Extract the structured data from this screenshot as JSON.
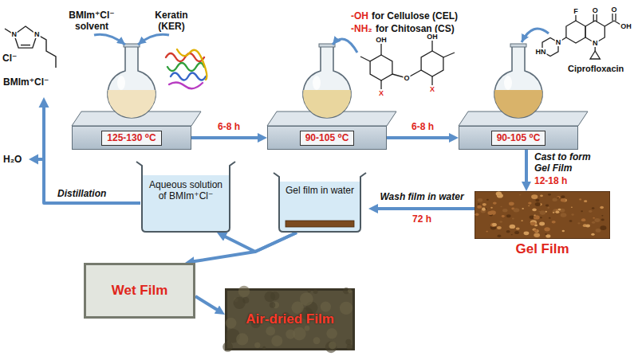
{
  "diagram": {
    "nodes": [
      {
        "text": [
          "125-130 ⁰C"
        ]
      },
      {
        "text": [
          "90-105 ⁰C"
        ]
      },
      {
        "text": [
          "90-105 ⁰C"
        ]
      },
      {
        "text": [
          "Gel Film"
        ]
      },
      {
        "text": [
          "Gel film in water"
        ]
      },
      {
        "text": [
          "Aqueous solution of BMIm⁺Cl⁻"
        ]
      },
      {
        "text": [
          "Wet Film"
        ]
      },
      {
        "text": [
          "Air-dried Film"
        ]
      }
    ],
    "edges": [
      {
        "from": 0,
        "to": 1,
        "arrow": "to",
        "label": "6-8 h"
      },
      {
        "from": 1,
        "to": 2,
        "arrow": "to",
        "label": "6-8 h"
      },
      {
        "from": 2,
        "to": 3,
        "arrow": "to",
        "label": "Cast to form Gel Film"
      },
      {
        "from": 3,
        "to": 4,
        "arrow": "to",
        "label": "Wash film in water"
      },
      {
        "from": 4,
        "to": 5,
        "arrow": "to"
      },
      {
        "from": 4,
        "to": 6,
        "arrow": "to"
      },
      {
        "from": 6,
        "to": 7,
        "arrow": "to"
      }
    ],
    "labels": [
      "BMIm⁺Cl⁻",
      "Cl⁻",
      "N",
      "N",
      "BMIm⁺Cl⁻ solvent",
      "Keratin (KER)",
      "-OH",
      "for Cellulose (CEL)",
      "-NH₂",
      "for Chitosan (CS)",
      "X",
      "X",
      "OH",
      "OH",
      "O",
      "Ciprofloxacin",
      "F",
      "O",
      "O",
      "OH",
      "N",
      "N",
      "HN",
      "12-18 h",
      "72 h",
      "Distillation",
      "H₂O"
    ]
  }
}
